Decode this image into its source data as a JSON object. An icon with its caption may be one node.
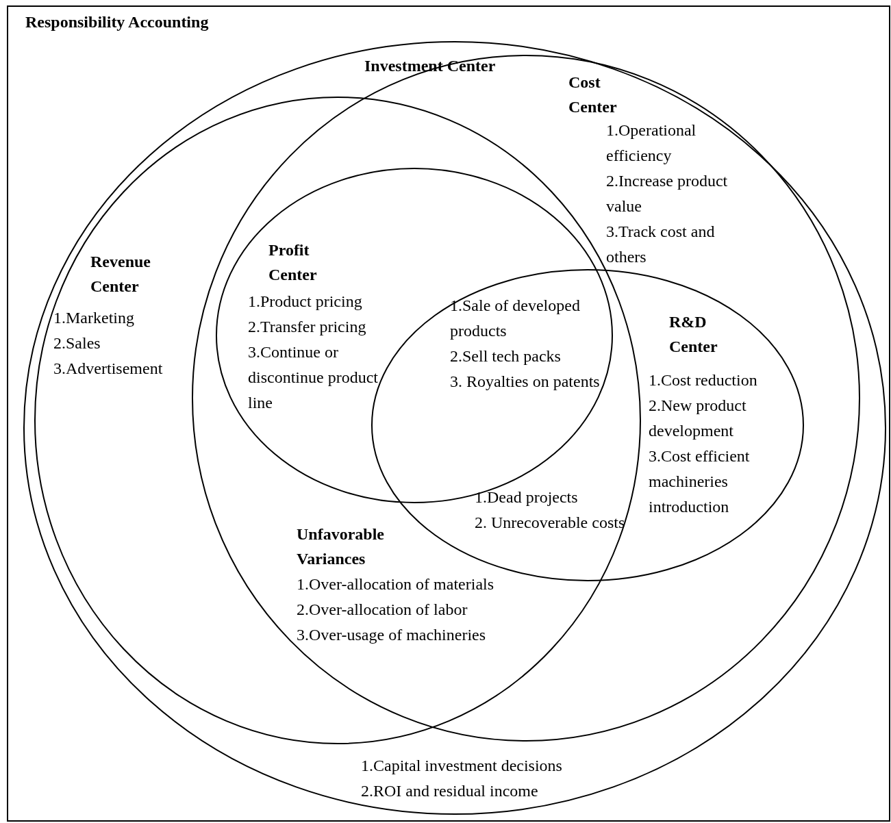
{
  "diagram": {
    "nodes": [
      {
        "text": [
          "Responsibility Accounting"
        ]
      },
      {
        "text": [
          "Investment Center",
          "1.Capital investment decisions 2.ROI and residual income"
        ],
        "in": 0
      },
      {
        "text": [
          "Cost Center",
          "1.Operational efficiency 2.Increase product value 3.Track cost and others"
        ],
        "in": 1
      },
      {
        "text": [
          "Revenue Center",
          "1.Marketing 2.Sales 3.Advertisement"
        ],
        "in": 1
      },
      {
        "text": [
          "Profit Center",
          "1.Product pricing 2.Transfer pricing 3.Continue or discontinue product line"
        ]
      },
      {
        "text": [
          "R&D Center",
          "1.Cost reduction 2.New product development 3.Cost efficient machineries introduction"
        ],
        "in": 2
      }
    ],
    "labels": [
      "1.Sale of developed products 2.Sell tech packs 3. Royalties on patents",
      "1.Dead projects 2. Unrecoverable costs",
      "Unfavorable Variances",
      "1.Over-allocation of materials 2.Over-allocation of labor 3.Over-usage of machineries"
    ]
  }
}
